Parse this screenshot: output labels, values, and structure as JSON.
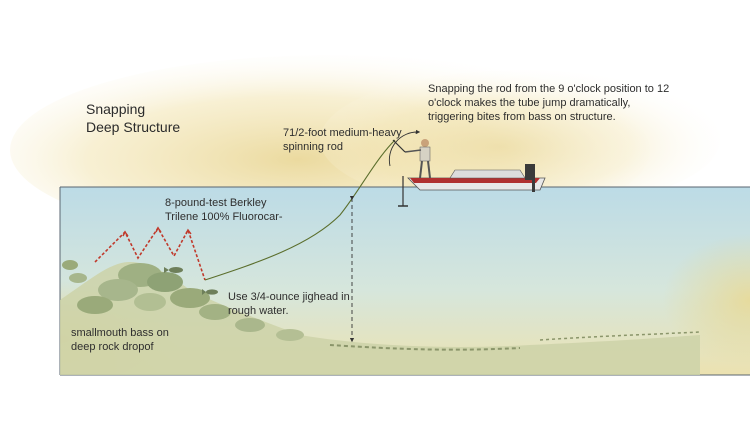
{
  "title": {
    "line1": "Snapping",
    "line2": "Deep Structure"
  },
  "labels": {
    "snap_note": {
      "line1": "Snapping the rod from the 9 o'clock position to 12",
      "line2": "o'clock makes the tube jump dramatically,",
      "line3": "triggering bites from bass on structure."
    },
    "rod": {
      "line1": "71/2-foot medium-heavy",
      "line2": "spinning rod"
    },
    "line": {
      "line1": "8-pound-test Berkley",
      "line2": "Trilene 100% Fluorocar-"
    },
    "jighead": {
      "line1": "Use 3/4-ounce jighead in",
      "line2": "rough water."
    },
    "bass": {
      "line1": "smallmouth bass on",
      "line2": "deep rock dropof"
    }
  },
  "colors": {
    "water_top": "#c9e1ea",
    "water_bottom": "#e9e2b4",
    "glow": "#f1e2a2",
    "line": "#5b6e2c",
    "jump_path": "#c0392b",
    "rocks": "#9aaa7a",
    "boat": "#e8e8e8",
    "boat_stripe": "#b03030"
  },
  "icons": [
    "boat-icon",
    "angler-icon",
    "rod-arc-icon",
    "fish-icon",
    "rock-pile-icon",
    "depth-arrow-icon"
  ]
}
